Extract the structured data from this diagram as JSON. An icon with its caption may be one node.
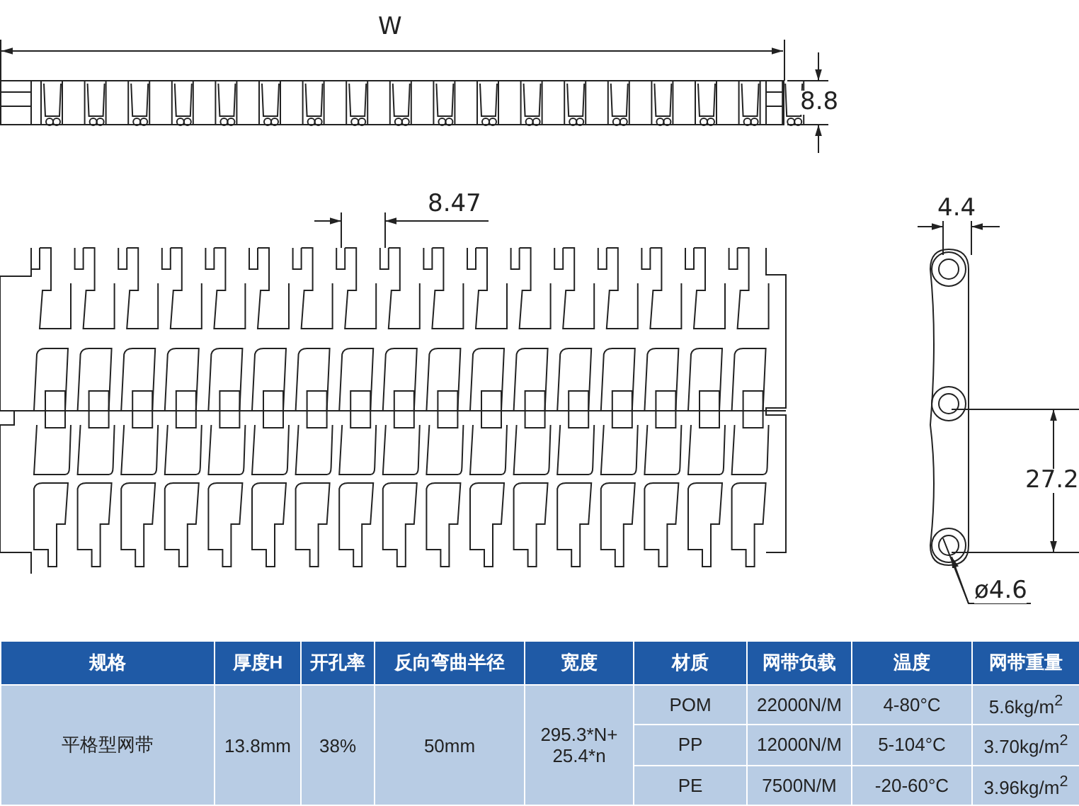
{
  "diagram": {
    "labels": [
      "W",
      "8.8",
      "8.47",
      "4.4",
      "27.2",
      "ø4.6",
      "规格",
      "厚度H",
      "开孔率",
      "反向弯曲半径",
      "宽度",
      "材质",
      "网带负载",
      "温度",
      "网带重量",
      "平格型网带",
      "13.8mm",
      "38%",
      "50mm",
      "295.3*N+ 25.4*n",
      "POM",
      "22000N/M",
      "4-80°C",
      "5.6kg/m$^{2}$",
      "PP",
      "12000N/M",
      "5-104°C",
      "3.70kg/m$^{2}$",
      "PE",
      "7500N/M",
      "-20-60°C",
      "3.96kg/m$^{2}$"
    ]
  }
}
